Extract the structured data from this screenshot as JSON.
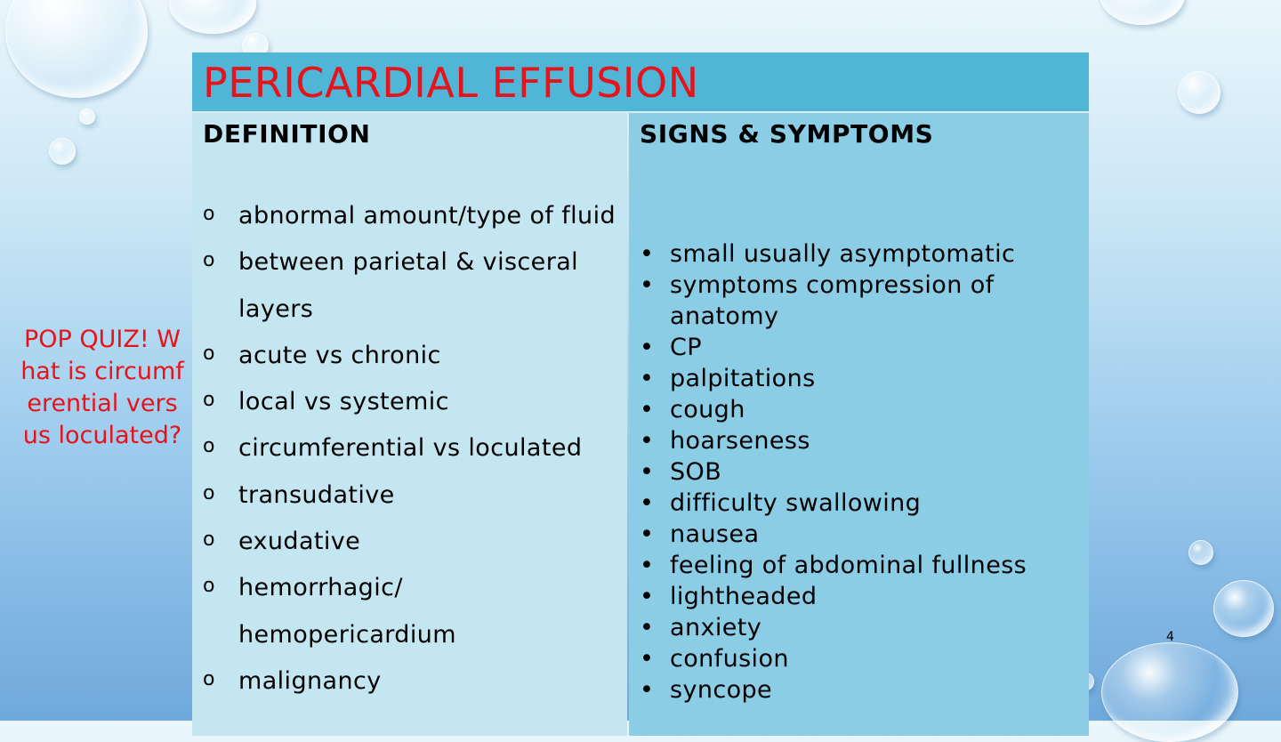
{
  "slide": {
    "title": "PERICARDIAL EFFUSION",
    "page_number": "4"
  },
  "definition": {
    "heading": "DEFINITION",
    "bullet_marker": "o",
    "items": [
      "abnormal amount/type of fluid",
      "between parietal & visceral layers",
      "acute vs chronic",
      "local vs systemic",
      "circumferential vs loculated",
      "transudative",
      "exudative",
      "hemorrhagic/ hemopericardium",
      "malignancy"
    ]
  },
  "signs_symptoms": {
    "heading": "SIGNS & SYMPTOMS",
    "bullet_marker": "•",
    "items": [
      "small  usually asymptomatic",
      "symptoms  compression of anatomy",
      "CP",
      "palpitations",
      "cough",
      "hoarseness",
      "SOB",
      "difficulty swallowing",
      "nausea",
      "feeling of abdominal fullness",
      "lightheaded",
      "anxiety",
      "confusion",
      "syncope"
    ]
  },
  "pop_quiz": {
    "text": "POP QUIZ! What is circumferential versus loculated?"
  },
  "colors": {
    "title_text": "#e8121a",
    "title_bar": "#4fb6d8",
    "left_column": "#c4e6f1",
    "right_column": "#8acde5",
    "quiz_text": "#e8121a"
  }
}
